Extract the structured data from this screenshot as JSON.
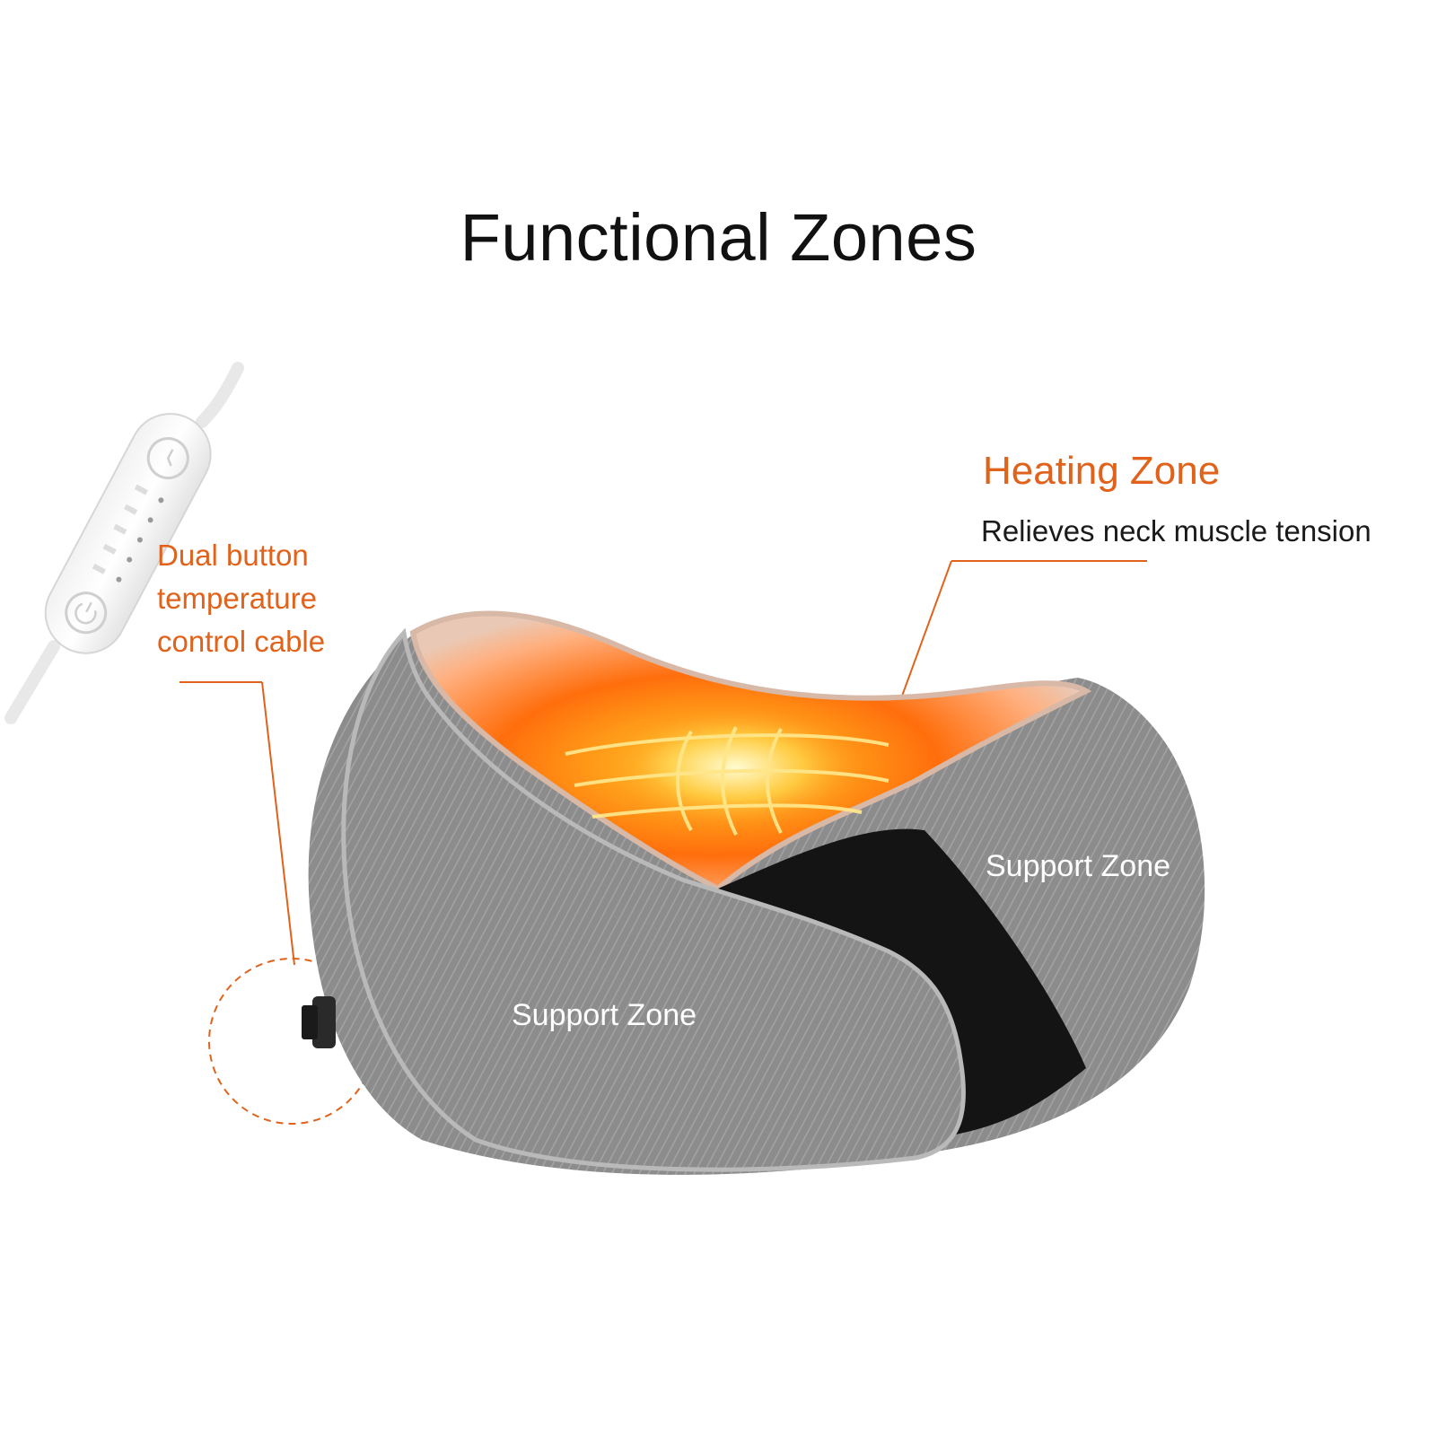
{
  "title": "Functional Zones",
  "heating": {
    "title": "Heating Zone",
    "subtitle": "Relieves neck muscle tension"
  },
  "cable": {
    "lines": [
      "Dual button",
      "temperature",
      "control cable"
    ]
  },
  "zones": {
    "left": "Support Zone",
    "right": "Support Zone"
  },
  "colors": {
    "accent": "#e0621b",
    "pillow": "#8f8f8f",
    "band": "#151515",
    "heat": "#ff7a12"
  },
  "icons": [
    "power-icon",
    "clock-icon",
    "heat-grid-icon"
  ]
}
